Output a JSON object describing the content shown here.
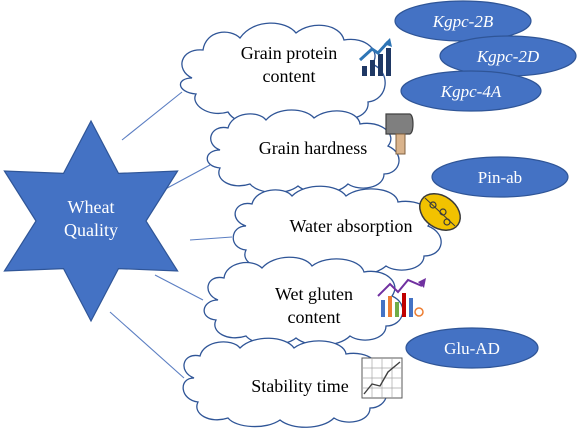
{
  "center": {
    "lines": [
      "Wheat",
      "Quality"
    ],
    "color": "#4472c4"
  },
  "traits": [
    {
      "id": "grain-protein",
      "lines": [
        "Grain protein",
        "content"
      ],
      "icon": "bar-chart-up-icon"
    },
    {
      "id": "grain-hardness",
      "lines": [
        "Grain hardness"
      ],
      "icon": "hammer-icon"
    },
    {
      "id": "water-absorption",
      "lines": [
        "Water absorption"
      ],
      "icon": "grain-kernel-icon"
    },
    {
      "id": "wet-gluten",
      "lines": [
        "Wet gluten",
        "content"
      ],
      "icon": "line-bar-chart-icon"
    },
    {
      "id": "stability-time",
      "lines": [
        "Stability time"
      ],
      "icon": "grid-graph-icon"
    }
  ],
  "genes": [
    {
      "label": "Kgpc-2B",
      "italic": true
    },
    {
      "label": "Kgpc-2D",
      "italic": true
    },
    {
      "label": "Kgpc-4A",
      "italic": true
    },
    {
      "label": "Pin-ab",
      "italic": false
    },
    {
      "label": "Glu-AD",
      "italic": false
    }
  ],
  "colors": {
    "star": "#4472c4",
    "gene": "#4472c4",
    "cloud_border": "#2f5597",
    "connector": "#5b7ec2"
  }
}
